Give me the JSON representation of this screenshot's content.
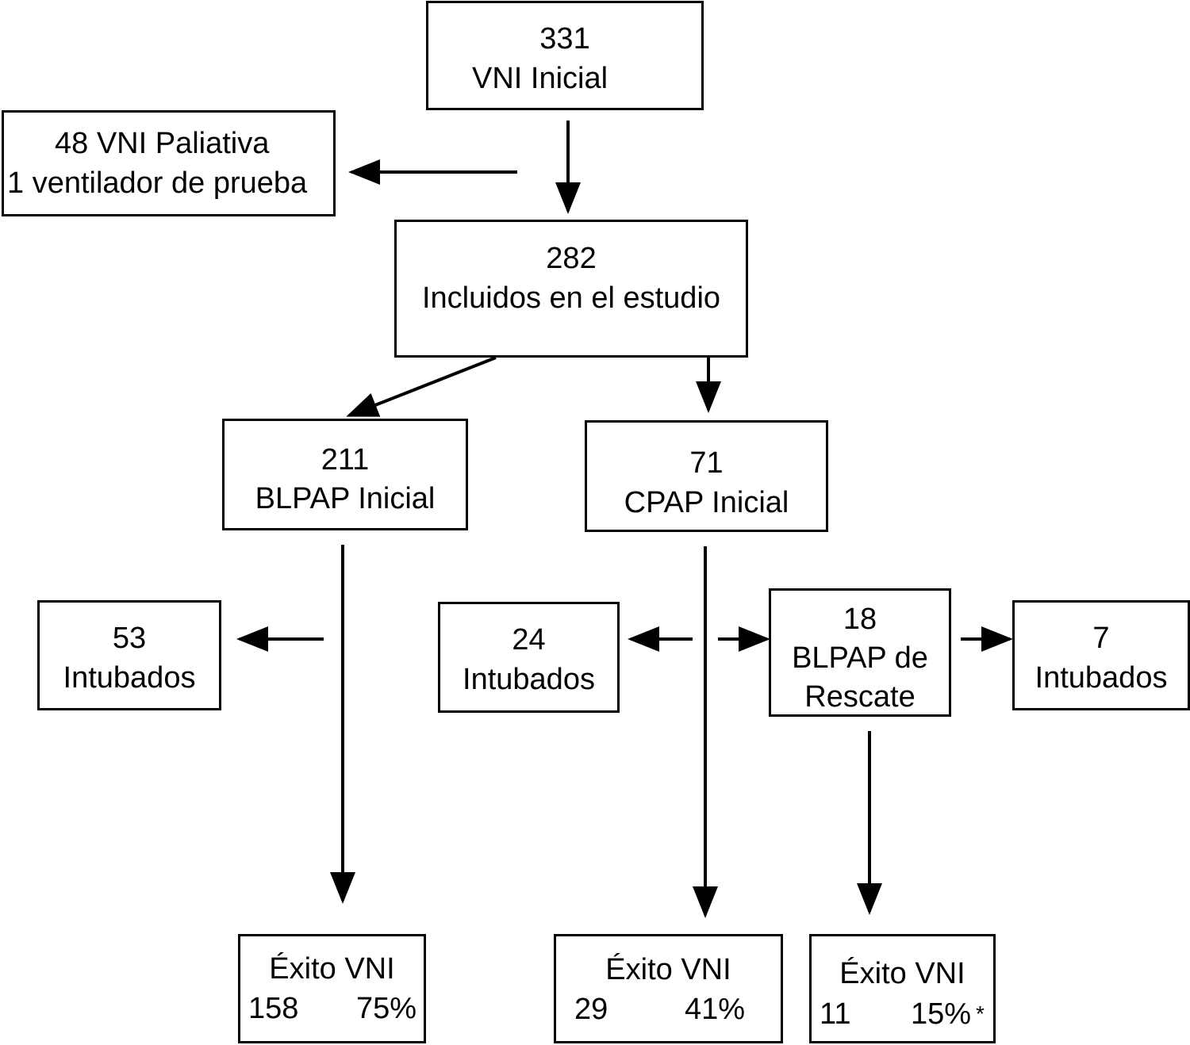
{
  "nodes": {
    "vni_inicial": {
      "count": "331",
      "label": "VNI Inicial"
    },
    "excluded": {
      "line1": "48 VNI Paliativa",
      "line2": "1 ventilador de prueba"
    },
    "incluidos": {
      "count": "282",
      "label": "Incluidos en el estudio"
    },
    "blpap_inicial": {
      "count": "211",
      "label": "BLPAP Inicial"
    },
    "cpap_inicial": {
      "count": "71",
      "label": "CPAP Inicial"
    },
    "blpap_intubados": {
      "count": "53",
      "label": "Intubados"
    },
    "cpap_intubados": {
      "count": "24",
      "label": "Intubados"
    },
    "blpap_rescate": {
      "count": "18",
      "line2": "BLPAP de",
      "line3": "Rescate"
    },
    "rescate_intubados": {
      "count": "7",
      "label": "Intubados"
    },
    "exito_blpap": {
      "title": "Éxito VNI",
      "count": "158",
      "percent": "75%"
    },
    "exito_cpap": {
      "title": "Éxito VNI",
      "count": "29",
      "percent": "41%"
    },
    "exito_rescate": {
      "title": "Éxito VNI",
      "count": "11",
      "percent": "15%",
      "marker": "*"
    }
  },
  "colors": {
    "stroke": "#000000",
    "text": "#000000",
    "background": "#ffffff"
  }
}
